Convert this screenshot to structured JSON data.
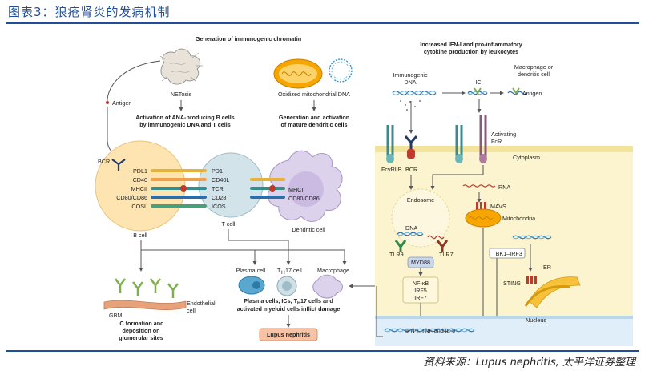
{
  "header": {
    "title": "图表3：狼疮肾炎的发病机制"
  },
  "footer": {
    "source": "资料来源：Lupus nephritis, 太平洋证券整理"
  },
  "left": {
    "title": "Generation of immunogenic chromatin",
    "netosis": "NETosis",
    "oxidized_dna": "Oxidized mitochondrial DNA",
    "antigen": "Antigen",
    "activation_b_1": "Activation of ANA-producing B cells",
    "activation_b_2": "by immunogenic DNA and T cells",
    "activation_dc_1": "Generation and activation",
    "activation_dc_2": "of mature dendritic cells",
    "bcr": "BCR",
    "b_markers": [
      "PDL1",
      "CD40",
      "MHCII",
      "CD80/CD86",
      "ICOSL"
    ],
    "t_markers": [
      "PD1",
      "CD40L",
      "TCR",
      "CD28",
      "ICOS"
    ],
    "dc_markers": [
      "MHCII",
      "CD80/CD86"
    ],
    "b_cell": "B cell",
    "t_cell": "T cell",
    "dendritic_cell": "Dendritic cell",
    "plasma_cell": "Plasma cell",
    "th17_cell": "T",
    "th17_sub": "H",
    "th17_rest": "17 cell",
    "macrophage": "Macrophage",
    "gbm": "GBM",
    "endothelial_1": "Endothelial",
    "endothelial_2": "cell",
    "ic_formation_1": "IC formation and",
    "ic_formation_2": "deposition on",
    "ic_formation_3": "glomerular sites",
    "damage_1": "Plasma cells, ICs, T",
    "damage_sub": "H",
    "damage_2": "17 cells and",
    "damage_3": "activated myeloid cells inflict damage",
    "lupus_nephritis": "Lupus nephritis"
  },
  "right": {
    "title_1": "Increased IFN-I and pro-inflammatory",
    "title_2": "cytokine production by leukocytes",
    "immunogenic_dna_1": "Immunogenic",
    "immunogenic_dna_2": "DNA",
    "ic": "IC",
    "macrophage_dc_1": "Macrophage or",
    "macrophage_dc_2": "dendritic cell",
    "antigen": "Antigen",
    "activating_fcr_1": "Activating",
    "activating_fcr_2": "FcR",
    "cytoplasm": "Cytoplasm",
    "fcgriib": "FcγRIIB",
    "bcr": "BCR",
    "endosome": "Endosome",
    "rna": "RNA",
    "dna": "DNA",
    "mavs": "MAVS",
    "mitochondria": "Mitochondria",
    "tlr9": "TLR9",
    "tlr7": "TLR7",
    "myd88": "MYD88",
    "tbk1": "TBK1–IRF3",
    "er": "ER",
    "sting": "STING",
    "nfkb": [
      "NF-κB",
      "IRF5",
      "IRF7"
    ],
    "nucleus": "Nucleus",
    "output": "IFN-I, TNF and IL-6"
  },
  "colors": {
    "header_blue": "#1f4e9b",
    "b_cell": "#fde4b0",
    "t_cell": "#d2e4ea",
    "dc": "#ddd2ec",
    "cytoplasm": "#fbf4cf",
    "mito": "#f7a600",
    "plasma": "#5aa8cf"
  }
}
